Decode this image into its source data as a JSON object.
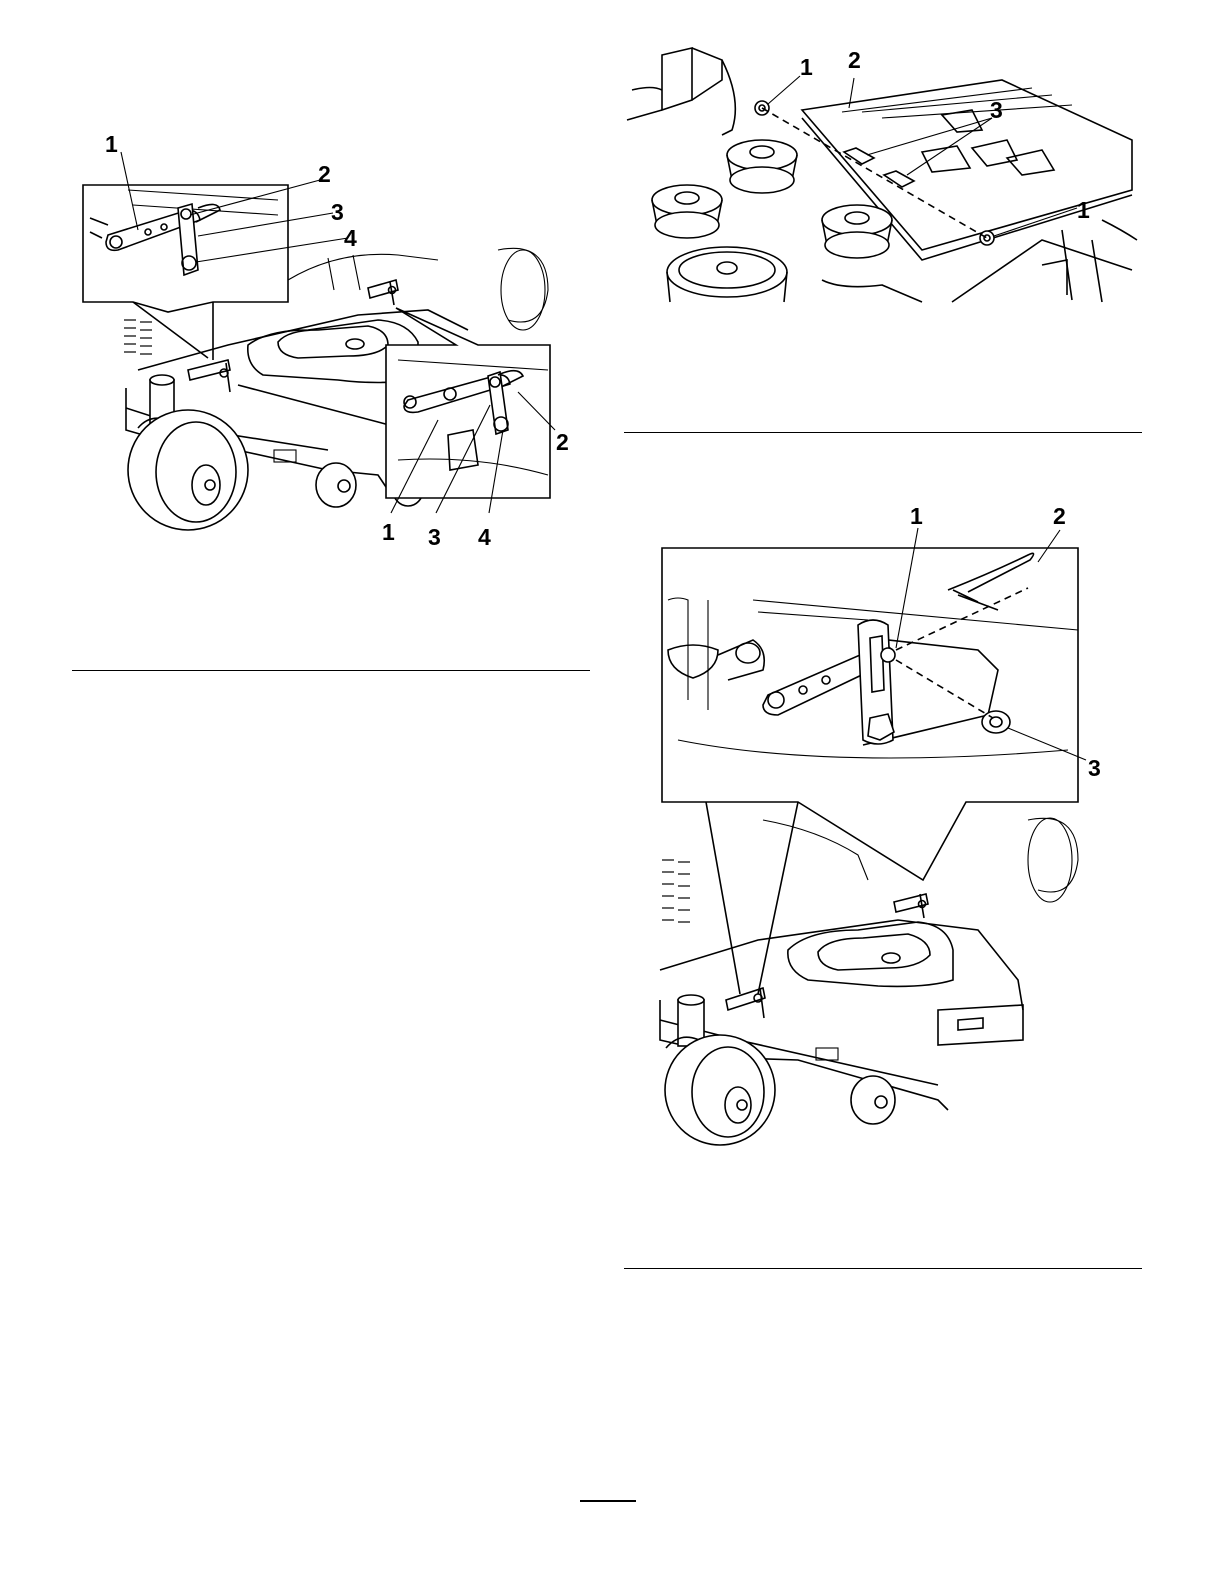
{
  "figures": [
    {
      "id": "figure-top-left",
      "callouts": [
        "1",
        "2",
        "3",
        "4",
        "2",
        "1",
        "3",
        "4"
      ]
    },
    {
      "id": "figure-top-right",
      "callouts": [
        "1",
        "2",
        "3",
        "1"
      ]
    },
    {
      "id": "figure-bottom-right",
      "callouts": [
        "1",
        "2",
        "3"
      ]
    }
  ]
}
